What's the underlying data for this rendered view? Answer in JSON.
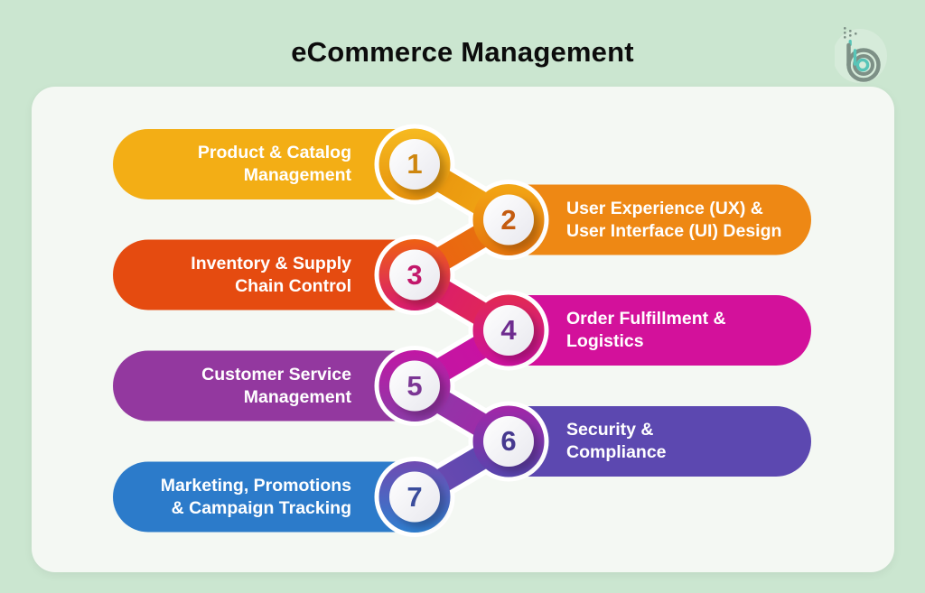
{
  "title": "eCommerce Management",
  "background_color": "#CBE6D0",
  "card_color": "#F4F8F3",
  "inner_circle": {
    "from": "#FFFFFF",
    "to": "#E8E8EE"
  },
  "logo": {
    "gray": "#7D9086",
    "teal": "#57C5B8"
  },
  "items": [
    {
      "number": "1",
      "side": "left",
      "lines": [
        "Product & Catalog",
        "Management"
      ],
      "color": "#F3AE15",
      "number_color": "#CE860F",
      "ring": {
        "from": "#F6BA20",
        "to": "#E6920C"
      }
    },
    {
      "number": "2",
      "side": "right",
      "lines": [
        "User Experience (UX) &",
        "User Interface (UI) Design"
      ],
      "color": "#EE8814",
      "number_color": "#C45C10",
      "ring": {
        "from": "#F3A715",
        "to": "#E5740D"
      }
    },
    {
      "number": "3",
      "side": "left",
      "lines": [
        "Inventory & Supply",
        "Chain Control"
      ],
      "color": "#E54B10",
      "number_color": "#C2186B",
      "ring": {
        "from": "#EE6013",
        "to": "#D91A70"
      }
    },
    {
      "number": "4",
      "side": "right",
      "lines": [
        "Order Fulfillment &",
        "Logistics"
      ],
      "color": "#D3119B",
      "number_color": "#6E2C8F",
      "ring": {
        "from": "#E22A52",
        "to": "#CB10A0"
      }
    },
    {
      "number": "5",
      "side": "left",
      "lines": [
        "Customer Service",
        "Management"
      ],
      "color": "#93389F",
      "number_color": "#7B3694",
      "ring": {
        "from": "#C117A4",
        "to": "#8C3BA8"
      }
    },
    {
      "number": "6",
      "side": "right",
      "lines": [
        "Security &",
        "Compliance"
      ],
      "color": "#5C48B0",
      "number_color": "#46398F",
      "ring": {
        "from": "#A326A8",
        "to": "#5645AD"
      }
    },
    {
      "number": "7",
      "side": "left",
      "lines": [
        "Marketing, Promotions",
        "& Campaign Tracking"
      ],
      "color": "#2C7BCA",
      "number_color": "#3B4D9C",
      "ring": {
        "from": "#6F4BB2",
        "to": "#2E7ECF"
      }
    }
  ]
}
